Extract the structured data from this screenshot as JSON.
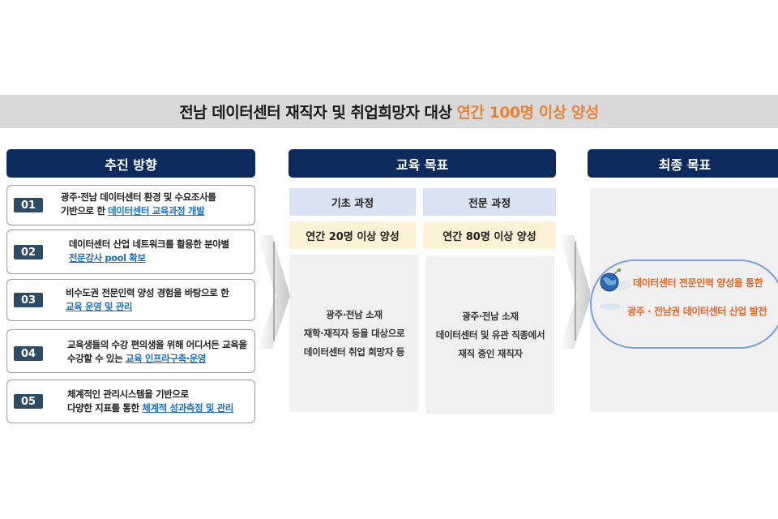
{
  "banner": {
    "text": "전남 데이터센터 재직자 및 취업희망자 대상",
    "highlight": "연간 100명 이상 양성",
    "highlight_color": "#e8833a"
  },
  "columns": {
    "direction": {
      "title": "추진 방향"
    },
    "education": {
      "title": "교육 목표"
    },
    "final": {
      "title": "최종 목표"
    }
  },
  "directions": [
    {
      "num": "01",
      "line1": "광주·전남 데이터센터 환경 및 수요조사를",
      "line2_prefix": "기반으로 한 ",
      "link": "데이터센터 교육과정 개발"
    },
    {
      "num": "02",
      "line1": "데이터센터 산업 네트워크를 활용한 분야별",
      "line2_prefix": "",
      "link": "전문강사 pool 확보"
    },
    {
      "num": "03",
      "line1": "비수도권 전문인력 양성 경험을 바탕으로 한",
      "line2_prefix": "",
      "link": "교육 운영 및 관리"
    },
    {
      "num": "04",
      "line1": "교육생들의 수강 편의생을 위해 어디서든 교육을",
      "line2_prefix": "수강할 수 있는 ",
      "link": "교육 인프라구축·운영"
    },
    {
      "num": "05",
      "line1": "체계적인 관리시스템을 기반으로",
      "line2_prefix": "다양한 지표를 통한 ",
      "link": "체계적 성과측정 및 관리"
    }
  ],
  "courses": [
    {
      "name": "기초 과정",
      "goal": "연간 20명 이상 양성",
      "desc": [
        "광주·전남 소재",
        "재학·재직자 등을 대상으로",
        "데이터센터 취업 희망자 등"
      ]
    },
    {
      "name": "전문 과정",
      "goal": "연간 80명 이상 양성",
      "desc": [
        "광주·전남 소재",
        "데이터센터 및 유관 직종에서",
        "재직 중인 재직자"
      ]
    }
  ],
  "final_goal": {
    "line1": "데이터센터 전문인력 양성을 통한",
    "line2": "광주 · 전남권 데이터센터 산업 발전",
    "icon": "globe-icon",
    "text_color": "#e8662a"
  },
  "colors": {
    "header_navy": "#0d2a5c",
    "number_badge": "#2f4a63",
    "link_blue": "#1f6fb8",
    "course_head_bg": "#dae3f1",
    "course_goal_bg": "#fdf2d6",
    "oval_border": "#7b9fdb"
  }
}
